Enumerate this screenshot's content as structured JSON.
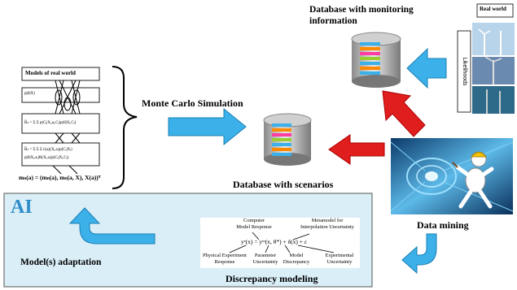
{
  "labels": {
    "db_monitoring_line1": "Database with monitoring",
    "db_monitoring_line2": "information",
    "real_world": "Real world",
    "likelihoods": "Likelihoods",
    "models_of_real_world": "Models of real world",
    "monte_carlo": "Monte Carlo Simulation",
    "db_scenarios": "Database with scenarios",
    "ai": "AI",
    "data_mining": "Data mining",
    "model_adaptation": "Model(s) adaptation",
    "discrepancy_modeling": "Discrepancy modeling"
  },
  "model_formulas": {
    "f1": "p(θ|X)",
    "f2": "R̂ₙ = Σ Σ p(Cⱼ|Xᵢ,aᵢ,Cⱼ)p(θ|Xᵢ,Cⱼ)",
    "f3a": "R̂ₙ = Σ Σ Σ r(aᵢ)(Xᵢ,aᵢ)p(Cⱼ|Xᵢ)",
    "f3b": "p(θ|Xᵢ,aᵢ)R(Xᵢ,aᵢ)p(Cⱼ|Xᵢ,Cⱼ)",
    "bottom": "mₙ(a) = (mₙ(a), mₙ(a, X), X(a))ᵀ"
  },
  "discrepancy": {
    "computer_model_line1": "Computer",
    "computer_model_line2": "Model Response",
    "metamodel_line1": "Metamodel for",
    "metamodel_line2": "Interpolation Uncertainty",
    "equation": "yᵉ(x) = yᵐ(x, θ*) + δ(x) + ε",
    "phys_exp_line1": "Physical Experiment",
    "phys_exp_line2": "Response",
    "param_unc_line1": "Parameter",
    "param_unc_line2": "Uncertainty",
    "model_disc_line1": "Model",
    "model_disc_line2": "Discrepancy",
    "exp_unc_line1": "Experimental",
    "exp_unc_line2": "Uncertainty"
  },
  "colors": {
    "ai_panel_fill": "#d9eef7",
    "ai_text": "#2e8ec8",
    "arrow_blue": "#3cb0e8",
    "arrow_red": "#e01e1e"
  }
}
